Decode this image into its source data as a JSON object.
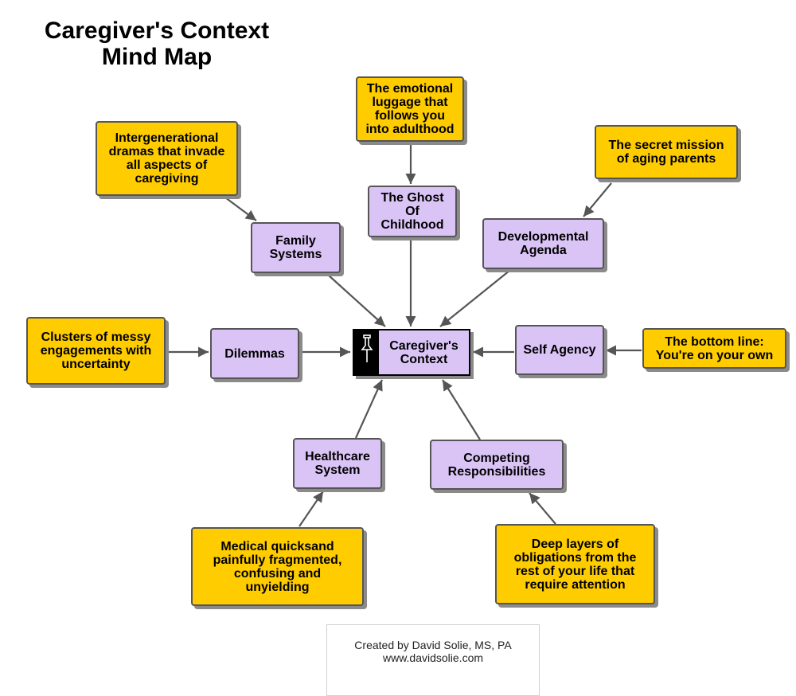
{
  "title": {
    "line1": "Caregiver's Context",
    "line2": "Mind Map"
  },
  "colors": {
    "topic": "#dac4f6",
    "detail": "#ffcc00",
    "border": "#555555",
    "arrow": "#555555",
    "central_strip": "#000000"
  },
  "central": {
    "label": "Caregiver's\nContext",
    "icon": "pushpin-icon"
  },
  "topics": {
    "ghost": "The Ghost\nOf\nChildhood",
    "family": "Family\nSystems",
    "developmental": "Developmental\nAgenda",
    "dilemmas": "Dilemmas",
    "self_agency": "Self Agency",
    "healthcare": "Healthcare\nSystem",
    "competing": "Competing\nResponsibilities"
  },
  "details": {
    "emotional": "The emotional\nluggage that\nfollows you\ninto adulthood",
    "intergenerational": "Intergenerational\ndramas that invade\nall aspects of\ncaregiving",
    "secret_mission": "The secret mission\nof aging parents",
    "clusters": "Clusters of messy\nengagements with\nuncertainty",
    "bottom_line": "The bottom line:\nYou're on your own",
    "medical": "Medical quicksand\npainfully fragmented,\nconfusing and\nunyielding",
    "deep_layers": "Deep layers of\nobligations from the\nrest of your life that\nrequire attention"
  },
  "footer": {
    "credit": "Created by David Solie, MS, PA",
    "url": "www.davidsolie.com"
  }
}
